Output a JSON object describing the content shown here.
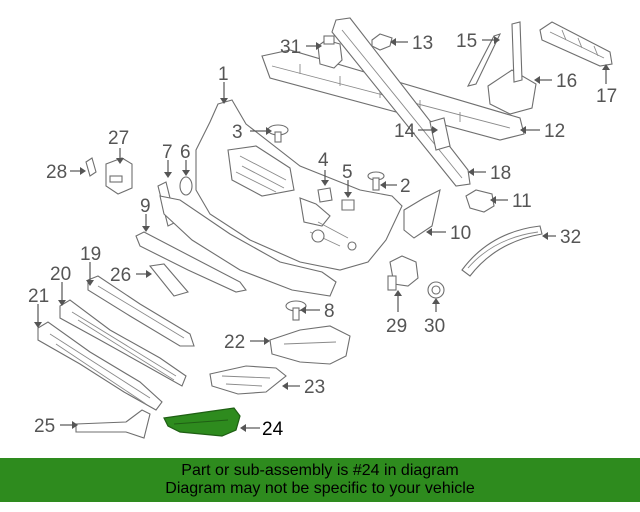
{
  "diagram": {
    "highlight_color": "#2e8b1e",
    "callouts": [
      "1",
      "2",
      "3",
      "4",
      "5",
      "6",
      "7",
      "8",
      "9",
      "10",
      "11",
      "12",
      "13",
      "14",
      "15",
      "16",
      "17",
      "18",
      "19",
      "20",
      "21",
      "22",
      "23",
      "24",
      "25",
      "26",
      "27",
      "28",
      "29",
      "30",
      "31",
      "32"
    ]
  },
  "footer": {
    "line1": "Part or sub-assembly is #24 in diagram",
    "line2": "Diagram may not be specific to your vehicle"
  }
}
